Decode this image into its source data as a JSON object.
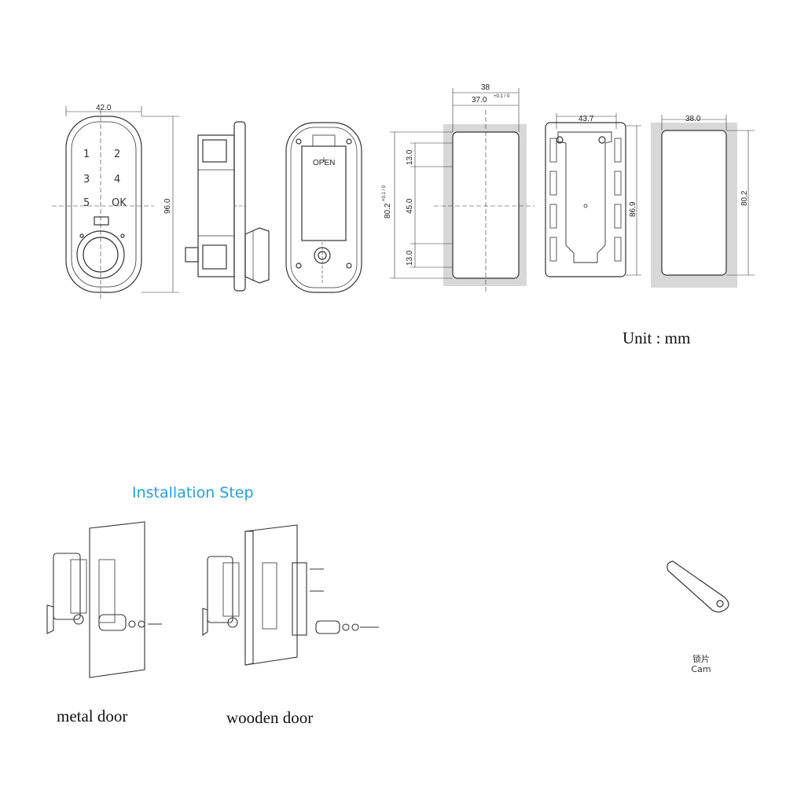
{
  "dims": {
    "front_width": "42.0",
    "front_height": "96.0",
    "cut_outer_width": "38",
    "cut_inner_width": "37.0",
    "cut_inner_tol": "+0.1 / 0",
    "cut_height": "80.2",
    "cut_height_tol": "+0.1 / 0",
    "seg_top": "13.0",
    "seg_mid": "45.0",
    "seg_bottom": "13.0",
    "plate_width": "43.7",
    "plate_height": "86.9",
    "box_width": "38.0",
    "box_height": "80.2"
  },
  "keypad": {
    "keys": [
      "1",
      "2",
      "3",
      "4",
      "5",
      "OK"
    ]
  },
  "back_label": "OPEN",
  "unit_label": "Unit : mm",
  "installation": {
    "title": "Installation Step",
    "metal_label": "metal door",
    "wooden_label": "wooden door"
  },
  "cam": {
    "label_cn": "锁片",
    "label_en": "Cam"
  }
}
